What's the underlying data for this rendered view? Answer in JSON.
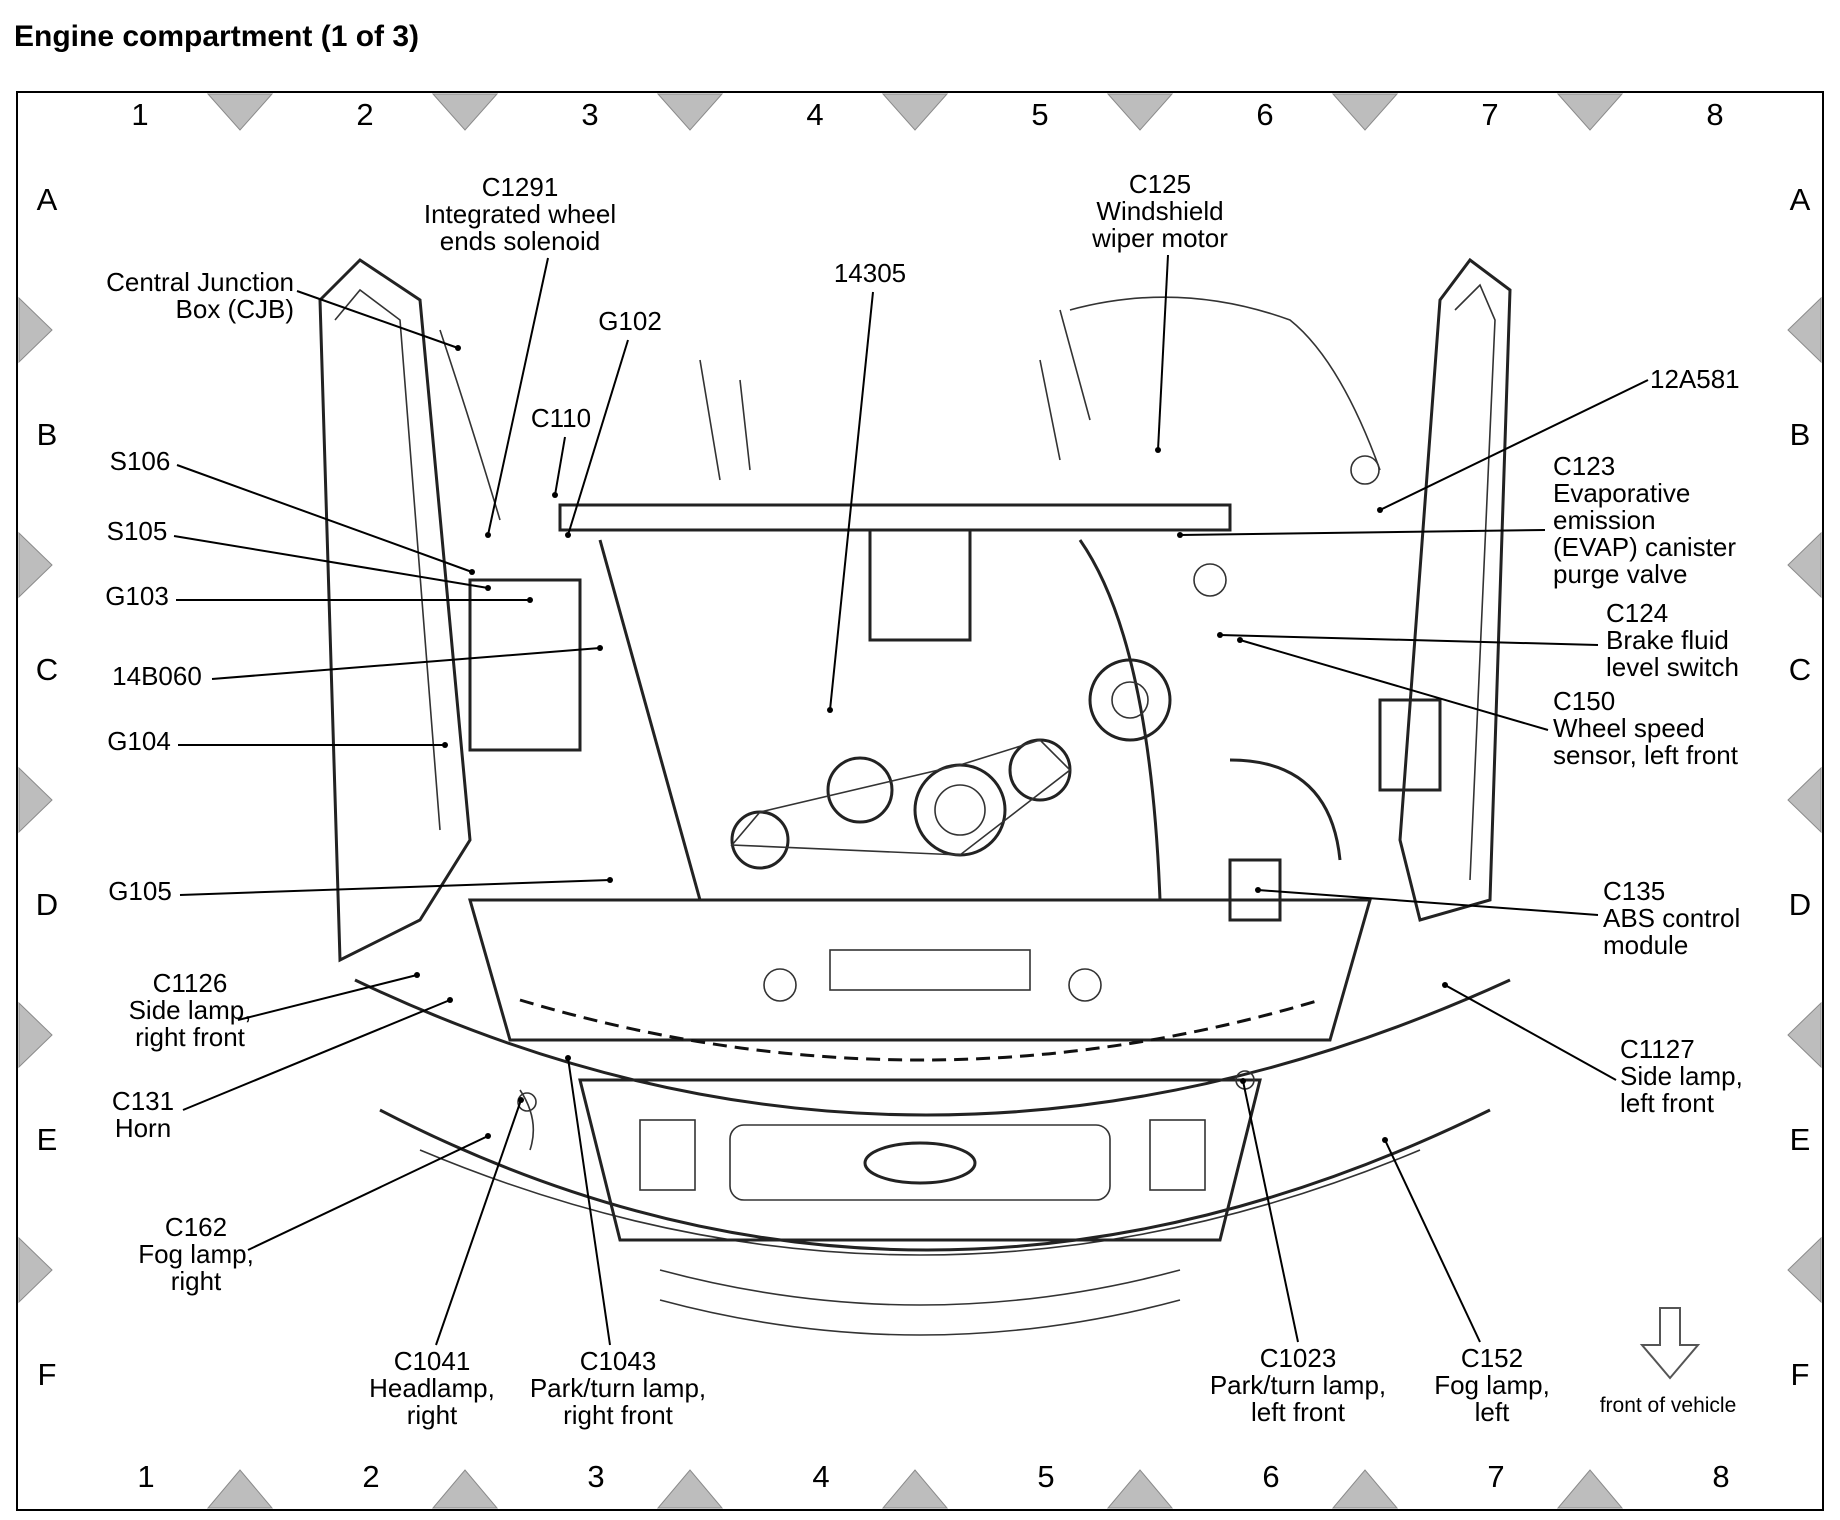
{
  "page": {
    "title": "Engine compartment (1 of 3)"
  },
  "grid": {
    "columns": [
      "1",
      "2",
      "3",
      "4",
      "5",
      "6",
      "7",
      "8"
    ],
    "rows": [
      "A",
      "B",
      "C",
      "D",
      "E",
      "F"
    ]
  },
  "callouts": [
    {
      "id": "c1291",
      "lines": [
        "C1291",
        "Integrated wheel",
        "ends solenoid"
      ]
    },
    {
      "id": "cjb",
      "lines": [
        "Central Junction",
        "Box (CJB)"
      ]
    },
    {
      "id": "g102",
      "lines": [
        "G102"
      ]
    },
    {
      "id": "14305",
      "lines": [
        "14305"
      ]
    },
    {
      "id": "c125",
      "lines": [
        "C125",
        "Windshield",
        "wiper motor"
      ]
    },
    {
      "id": "12a581",
      "lines": [
        "12A581"
      ]
    },
    {
      "id": "c110",
      "lines": [
        "C110"
      ]
    },
    {
      "id": "s106",
      "lines": [
        "S106"
      ]
    },
    {
      "id": "s105",
      "lines": [
        "S105"
      ]
    },
    {
      "id": "g103",
      "lines": [
        "G103"
      ]
    },
    {
      "id": "14b060",
      "lines": [
        "14B060"
      ]
    },
    {
      "id": "g104",
      "lines": [
        "G104"
      ]
    },
    {
      "id": "g105",
      "lines": [
        "G105"
      ]
    },
    {
      "id": "c123",
      "lines": [
        "C123",
        "Evaporative",
        "emission",
        "(EVAP) canister",
        "purge valve"
      ]
    },
    {
      "id": "c124",
      "lines": [
        "C124",
        "Brake fluid",
        "level switch"
      ]
    },
    {
      "id": "c150",
      "lines": [
        "C150",
        "Wheel speed",
        "sensor, left front"
      ]
    },
    {
      "id": "c135",
      "lines": [
        "C135",
        "ABS control",
        "module"
      ]
    },
    {
      "id": "c1126",
      "lines": [
        "C1126",
        "Side lamp,",
        "right front"
      ]
    },
    {
      "id": "c131",
      "lines": [
        "C131",
        "Horn"
      ]
    },
    {
      "id": "c1127",
      "lines": [
        "C1127",
        "Side lamp,",
        "left front"
      ]
    },
    {
      "id": "c162",
      "lines": [
        "C162",
        "Fog lamp,",
        "right"
      ]
    },
    {
      "id": "c1041",
      "lines": [
        "C1041",
        "Headlamp,",
        "right"
      ]
    },
    {
      "id": "c1043",
      "lines": [
        "C1043",
        "Park/turn lamp,",
        "right front"
      ]
    },
    {
      "id": "c1023",
      "lines": [
        "C1023",
        "Park/turn lamp,",
        "left front"
      ]
    },
    {
      "id": "c152",
      "lines": [
        "C152",
        "Fog lamp,",
        "left"
      ]
    }
  ],
  "orientation": {
    "label": "front of vehicle",
    "icon": "arrow-down-icon"
  },
  "colors": {
    "ink": "#000000",
    "marker": "#bdbdbd",
    "background": "#ffffff"
  }
}
